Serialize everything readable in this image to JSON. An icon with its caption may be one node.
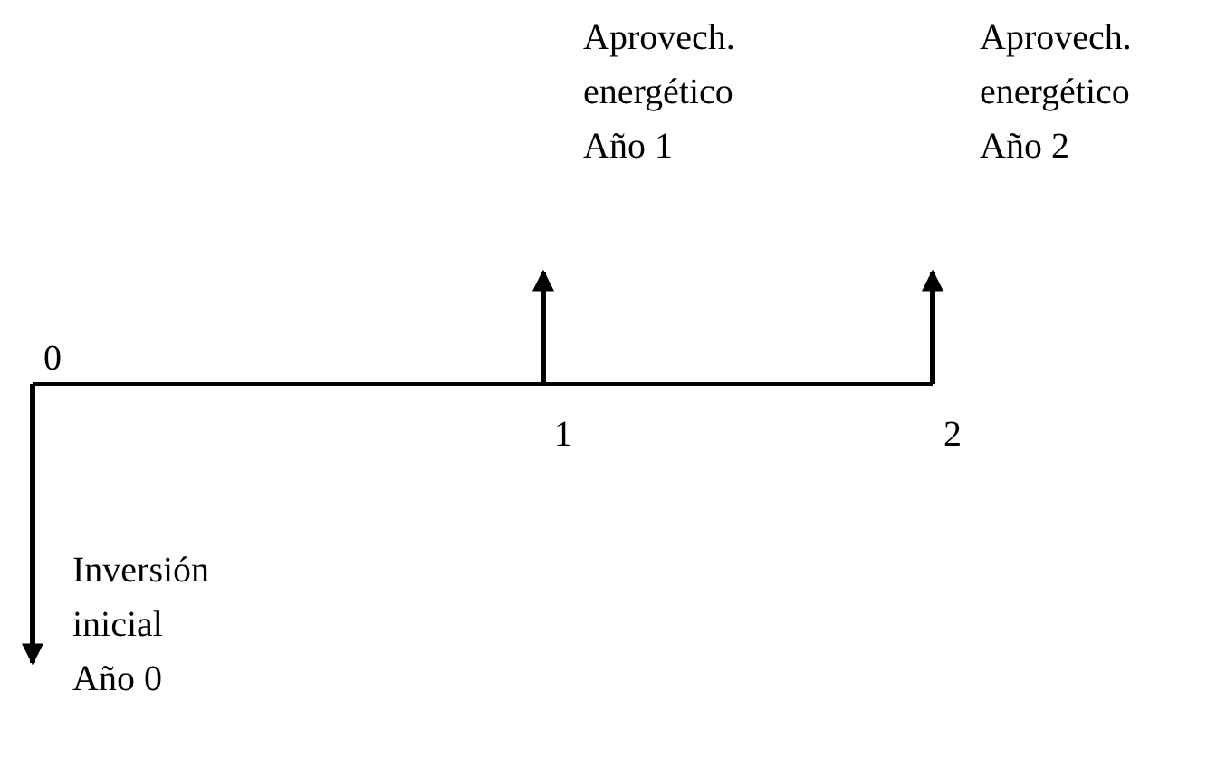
{
  "diagram": {
    "labels": [
      "Aprovech. energético Año 1",
      "Aprovech. energético Año 2",
      "0",
      "1",
      "2",
      "Inversión inicial Año 0"
    ]
  }
}
